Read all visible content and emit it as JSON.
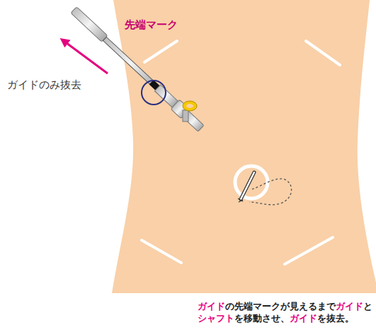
{
  "diagram": {
    "caption": "ガイドの先端マークが見えるまでガイドとシャフトを移動させ、ガイドを抜去。",
    "labels": [
      "先端マーク",
      "ガイドのみ抜去"
    ]
  }
}
